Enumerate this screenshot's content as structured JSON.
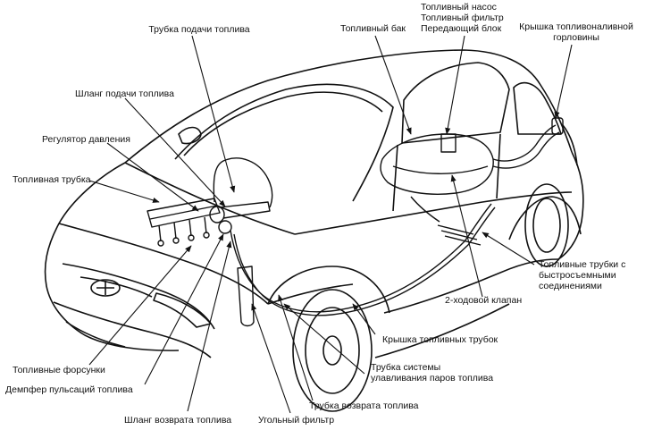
{
  "diagram": {
    "labels": {
      "fuel_feed_pipe": "Трубка подачи топлива",
      "pump_filter_sender": "Топливный насос\nТопливный фильтр\nПередающий блок",
      "fuel_tank": "Топливный бак",
      "filler_cap": "Крышка топливоналивной\nгорловины",
      "fuel_feed_hose": "Шланг подачи топлива",
      "pressure_regulator": "Регулятор давления",
      "fuel_rail": "Топливная трубка",
      "quick_connect_pipes": "Топливные трубки с\nбыстросъемными\nсоединениями",
      "two_way_valve": "2-ходовой клапан",
      "pipe_cover": "Крышка топливных трубок",
      "injectors": "Топливные форсунки",
      "pulsation_damper": "Демпфер пульсаций топлива",
      "evap_pipe": "Трубка системы\nулавливания паров топлива",
      "return_pipe": "Трубка возврата топлива",
      "return_hose": "Шланг возврата топлива",
      "charcoal_canister": "Угольный фильтр"
    }
  }
}
